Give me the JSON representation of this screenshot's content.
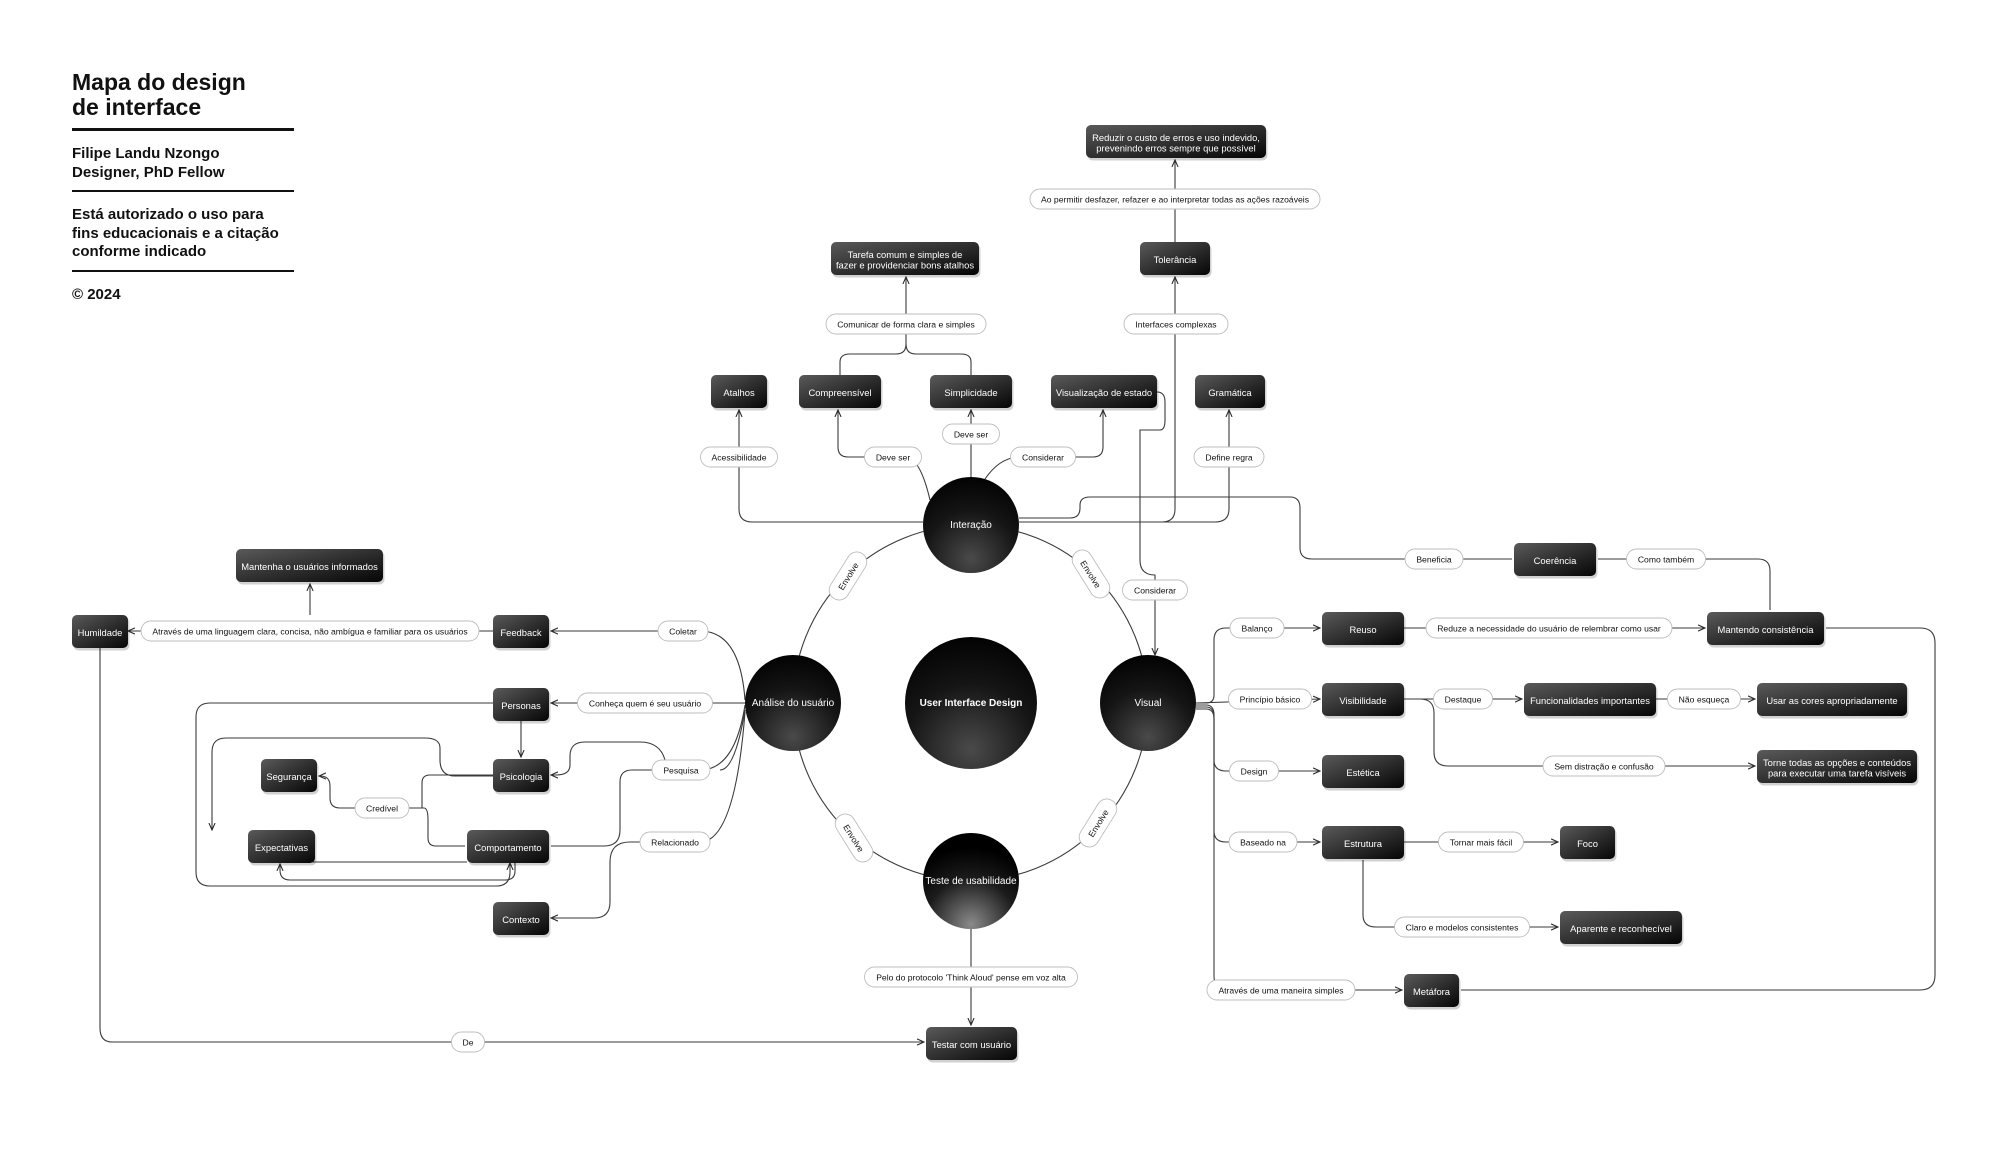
{
  "sidebar": {
    "title": "Mapa do design\nde interface",
    "author": "Filipe Landu Nzongo\nDesigner, PhD Fellow",
    "license": "Está autorizado o uso para\nfins educacionais e a citação\nconforme indicado",
    "copyright": "© 2024"
  },
  "colors": {
    "node_light": "#5a5a5a",
    "node_dark": "#050505",
    "line": "#3a3a3a",
    "label_border": "#bdbdbd"
  },
  "hubs": [
    {
      "id": "center",
      "label": "User Interface Design"
    },
    {
      "id": "interacao",
      "label": "Interação"
    },
    {
      "id": "analise",
      "label": "Análise do usuário"
    },
    {
      "id": "visual",
      "label": "Visual"
    },
    {
      "id": "teste",
      "label": "Teste de usabilidade"
    }
  ],
  "nodes": [
    {
      "id": "reduzir",
      "label": "Reduzir o custo de erros e uso indevido,\nprevenindo erros sempre que possível"
    },
    {
      "id": "tolerancia",
      "label": "Tolerância"
    },
    {
      "id": "tarefa",
      "label": "Tarefa comum e simples de\nfazer e providenciar bons atalhos"
    },
    {
      "id": "atalhos",
      "label": "Atalhos"
    },
    {
      "id": "compreensivel",
      "label": "Compreensível"
    },
    {
      "id": "simplicidade",
      "label": "Simplicidade"
    },
    {
      "id": "visualizacao",
      "label": "Visualização de estado"
    },
    {
      "id": "gramatica",
      "label": "Gramática"
    },
    {
      "id": "mantenha",
      "label": "Mantenha o usuários informados"
    },
    {
      "id": "humildade",
      "label": "Humildade"
    },
    {
      "id": "feedback",
      "label": "Feedback"
    },
    {
      "id": "personas",
      "label": "Personas"
    },
    {
      "id": "seguranca",
      "label": "Segurança"
    },
    {
      "id": "psicologia",
      "label": "Psicologia"
    },
    {
      "id": "expectativas",
      "label": "Expectativas"
    },
    {
      "id": "comportamento",
      "label": "Comportamento"
    },
    {
      "id": "contexto",
      "label": "Contexto"
    },
    {
      "id": "testar",
      "label": "Testar com usuário"
    },
    {
      "id": "coerencia",
      "label": "Coerência"
    },
    {
      "id": "mantendo",
      "label": "Mantendo consistência"
    },
    {
      "id": "reuso",
      "label": "Reuso"
    },
    {
      "id": "visibilidade",
      "label": "Visibilidade"
    },
    {
      "id": "funcionalidades",
      "label": "Funcionalidades importantes"
    },
    {
      "id": "cores",
      "label": "Usar as cores apropriadamente"
    },
    {
      "id": "torne",
      "label": "Torne todas as opções e conteúdos\npara executar uma tarefa visíveis"
    },
    {
      "id": "estetica",
      "label": "Estética"
    },
    {
      "id": "estrutura",
      "label": "Estrutura"
    },
    {
      "id": "foco",
      "label": "Foco"
    },
    {
      "id": "aparente",
      "label": "Aparente e reconhecível"
    },
    {
      "id": "metafora",
      "label": "Metáfora"
    }
  ],
  "labels": [
    {
      "id": "ao_permitir",
      "label": "Ao permitir desfazer, refazer e ao interpretar todas as ações razoáveis"
    },
    {
      "id": "interfaces_complexas",
      "label": "Interfaces complexas"
    },
    {
      "id": "comunicar",
      "label": "Comunicar de forma clara e simples"
    },
    {
      "id": "acessibilidade",
      "label": "Acessibilidade"
    },
    {
      "id": "deve_ser_1",
      "label": "Deve ser"
    },
    {
      "id": "deve_ser_2",
      "label": "Deve ser"
    },
    {
      "id": "considerar_1",
      "label": "Considerar"
    },
    {
      "id": "define_regra",
      "label": "Define regra"
    },
    {
      "id": "considerar_2",
      "label": "Considerar"
    },
    {
      "id": "beneficia",
      "label": "Beneficia"
    },
    {
      "id": "como_tambem",
      "label": "Como também"
    },
    {
      "id": "envolve_1",
      "label": "Envolve"
    },
    {
      "id": "envolve_2",
      "label": "Envolve"
    },
    {
      "id": "envolve_3",
      "label": "Envolve"
    },
    {
      "id": "envolve_4",
      "label": "Envolve"
    },
    {
      "id": "atraves_linguagem",
      "label": "Através de uma linguagem clara, concisa, não ambígua e familiar para os usuários"
    },
    {
      "id": "coletar",
      "label": "Coletar"
    },
    {
      "id": "conheca",
      "label": "Conheça quem é seu usuário"
    },
    {
      "id": "pesquisa",
      "label": "Pesquisa"
    },
    {
      "id": "credivel",
      "label": "Credível"
    },
    {
      "id": "relacionado",
      "label": "Relacionado"
    },
    {
      "id": "think_aloud",
      "label": "Pelo do protocolo 'Think Aloud' pense em voz alta"
    },
    {
      "id": "de",
      "label": "De"
    },
    {
      "id": "balanco",
      "label": "Balanço"
    },
    {
      "id": "reduz",
      "label": "Reduze a necessidade do usuário de relembrar como usar"
    },
    {
      "id": "principio",
      "label": "Princípio básico"
    },
    {
      "id": "destaque",
      "label": "Destaque"
    },
    {
      "id": "nao_esqueca",
      "label": "Não esqueça"
    },
    {
      "id": "sem_distracao",
      "label": "Sem distração e confusão"
    },
    {
      "id": "design",
      "label": "Design"
    },
    {
      "id": "baseado",
      "label": "Baseado na"
    },
    {
      "id": "tornar",
      "label": "Tornar mais fácil"
    },
    {
      "id": "claro",
      "label": "Claro e modelos consistentes"
    },
    {
      "id": "atraves_simples",
      "label": "Através de uma maneira simples"
    }
  ]
}
